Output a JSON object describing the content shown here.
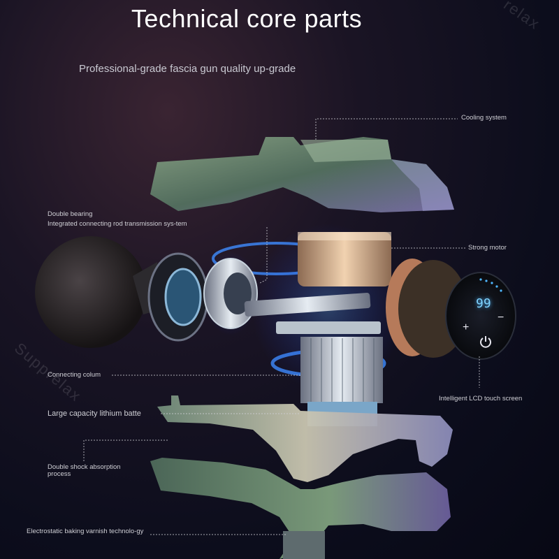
{
  "title": "Technical core parts",
  "subtitle": "Professional-grade fascia gun quality up-grade",
  "watermarks": {
    "top": "relax",
    "left": "Supprelax"
  },
  "labels": {
    "cooling": "Cooling system",
    "double_bearing": "Double bearing",
    "rod": "Integrated connecting rod transmission sys-tem",
    "motor": "Strong motor",
    "column": "Connecting colum",
    "battery": "Large capacity lithium batte",
    "lcd": "Intelligent LCD touch screen",
    "shock": "Double shock absorption process",
    "varnish": "Electrostatic baking varnish technolo-gy"
  },
  "lcd": {
    "value": "99",
    "plus": "+",
    "minus": "−",
    "power_icon": "power-icon"
  },
  "colors": {
    "accent_glow": "#3f8cff",
    "shell_green": "#6f8a72",
    "motor_gold": "#d4b08a"
  }
}
